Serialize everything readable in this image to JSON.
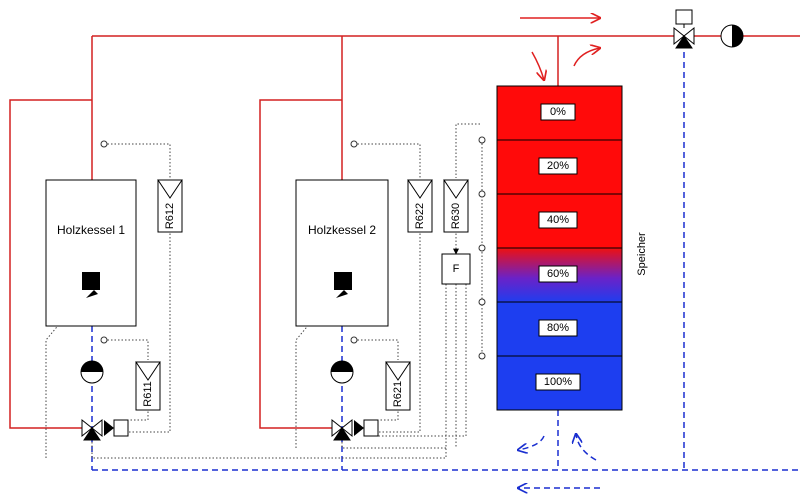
{
  "boilers": [
    {
      "label": "Holzkessel 1",
      "sensor_top": "R612",
      "sensor_pump": "R611"
    },
    {
      "label": "Holzkessel 2",
      "sensor_top": "R622",
      "sensor_pump": "R621"
    }
  ],
  "sensor_extra": "R630",
  "f_box": "F",
  "storage": {
    "label": "Speicher",
    "levels": [
      "0%",
      "20%",
      "40%",
      "60%",
      "80%",
      "100%"
    ]
  },
  "colors": {
    "hot": "#ff0000",
    "cold": "#1a3ce8",
    "hot_line": "#e02020",
    "cold_line": "#1a2fd0",
    "signal_line": "#333333"
  }
}
